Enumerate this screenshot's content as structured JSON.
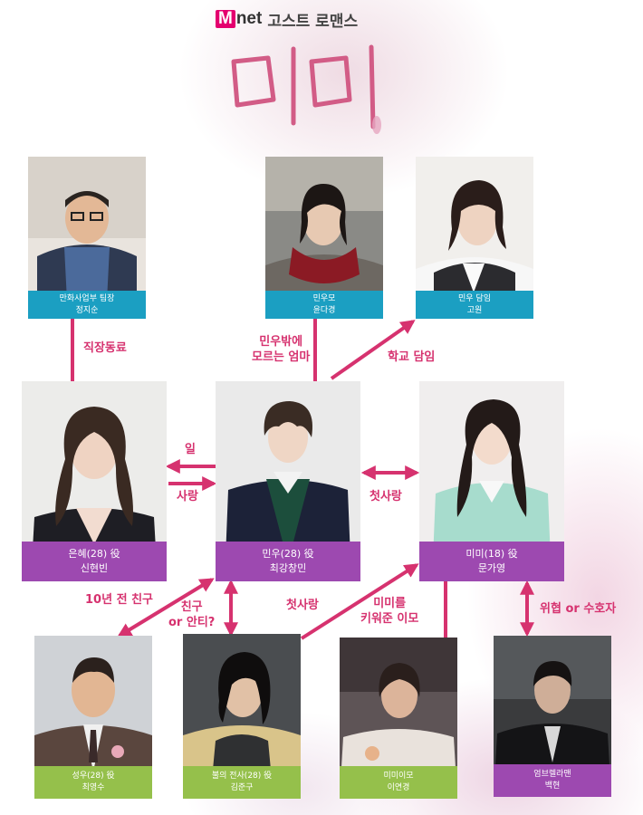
{
  "header": {
    "brand": "net",
    "brand_mark": "M",
    "subtitle": "고스트 로맨스",
    "title_art": "미미"
  },
  "characters": {
    "jisoon": {
      "role": "만화사업부 팀장",
      "name": "정지순"
    },
    "yundagyeong": {
      "role": "민우모",
      "name": "윤다경"
    },
    "gowon": {
      "role": "민우 담임",
      "name": "고원"
    },
    "eunhye": {
      "role": "은혜(28) 役",
      "name": "신현빈"
    },
    "minwoo": {
      "role": "민우(28) 役",
      "name": "최강창민"
    },
    "mimi": {
      "role": "미미(18) 役",
      "name": "문가영"
    },
    "sungwoo": {
      "role": "성우(28) 役",
      "name": "최영수"
    },
    "junggu": {
      "role": "불의 전사(28) 役",
      "name": "김준구"
    },
    "imo": {
      "role": "미미이모",
      "name": "이연경"
    },
    "umbrella": {
      "role": "엄브렐라맨",
      "name": "백현"
    }
  },
  "relations": {
    "coworker": "직장동료",
    "mom_line1": "민우밖에",
    "mom_line2": "모르는 엄마",
    "homeroom": "학교 담임",
    "work": "일",
    "love": "사랑",
    "first_love_mimi": "첫사랑",
    "friend_10y": "10년 전 친구",
    "friend_line1": "친구",
    "friend_line2": "or 안티?",
    "first_love_junggu": "첫사랑",
    "aunt_line1": "미미를",
    "aunt_line2": "키워준 이모",
    "threat": "위협 or 수호자"
  },
  "colors": {
    "accent": "#d6326f",
    "teal_label": "#1b9fc2",
    "purple_label": "#9d49b0",
    "green_label": "#95c04b",
    "brand": "#e4006f"
  }
}
